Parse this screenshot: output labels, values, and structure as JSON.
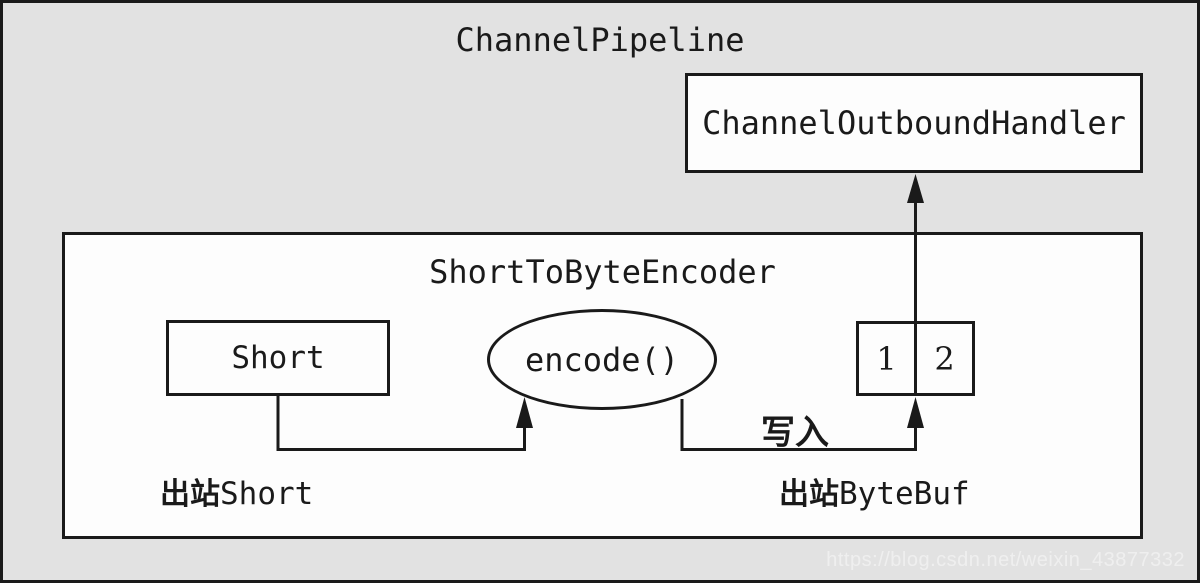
{
  "diagram": {
    "title": "ChannelPipeline",
    "outbound_handler_label": "ChannelOutboundHandler",
    "encoder": {
      "title": "ShortToByteEncoder",
      "short_box_label": "Short",
      "encode_method_label": "encode()",
      "bytebuf_cells": [
        "1",
        "2"
      ],
      "write_label": "写入",
      "outbound_short": {
        "prefix": "出站",
        "code": "Short"
      },
      "outbound_bytebuf": {
        "prefix": "出站",
        "code": "ByteBuf"
      }
    }
  },
  "watermark": "https://blog.csdn.net/weixin_43877332",
  "colors": {
    "background": "#e2e2e2",
    "box_fill": "#fdfdfd",
    "line": "#1a1a1a",
    "watermark_text": "#f2f2f2"
  }
}
